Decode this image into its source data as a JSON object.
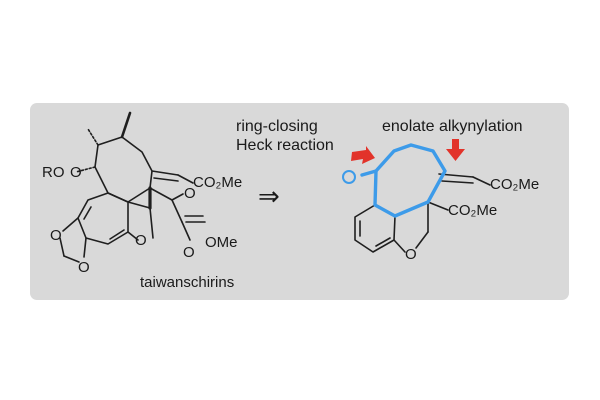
{
  "colors": {
    "panel": "#d9d9d9",
    "bond": "#1f1f1f",
    "highlight": "#3d9be9",
    "arrow": "#e2332a"
  },
  "left": {
    "ro": "RO",
    "ester_top": "CO₂Me",
    "ester_bottom": "OMe",
    "name": "taiwanschirins"
  },
  "retro_arrow": "⇒",
  "right": {
    "label_ring_closing_1": "ring-closing",
    "label_ring_closing_2": "Heck reaction",
    "label_enolate": "enolate alkynylation",
    "ester_top": "CO₂Me",
    "ester_bottom": "CO₂Me",
    "ketone_o": "O",
    "furan_o": "O"
  },
  "icons": {
    "red_arrows": "down-right-arrow-icon"
  }
}
